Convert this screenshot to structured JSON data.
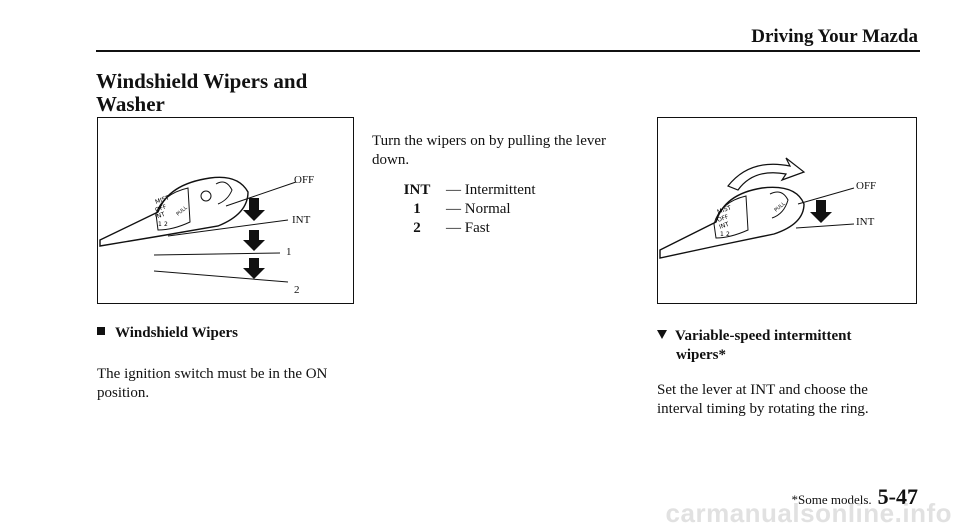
{
  "header": {
    "section_title": "Driving Your Mazda"
  },
  "page": {
    "title_line1": "Windshield Wipers and",
    "title_line2": "Washer"
  },
  "figure1": {
    "labels": [
      "OFF",
      "INT",
      "1",
      "2"
    ],
    "lever_markings": [
      "MIST",
      "OFF",
      "INT",
      "1",
      "2",
      "PULL"
    ]
  },
  "intro": {
    "text": "Turn the wipers on by pulling the lever down."
  },
  "speeds": [
    {
      "key": "INT",
      "value": "— Intermittent"
    },
    {
      "key": "1",
      "value": "— Normal"
    },
    {
      "key": "2",
      "value": "— Fast"
    }
  ],
  "figure2": {
    "labels": [
      "OFF",
      "INT"
    ],
    "lever_markings": [
      "MIST",
      "OFF",
      "INT",
      "1",
      "2",
      "PULL"
    ]
  },
  "section1": {
    "heading": "Windshield Wipers",
    "text": "The ignition switch must be in the ON position."
  },
  "section2": {
    "heading_line1": "Variable-speed intermittent",
    "heading_line2": "wipers*",
    "text": "Set the lever at INT and choose the interval timing by rotating the ring."
  },
  "footer": {
    "footnote": "*Some models.",
    "page_number": "5-47"
  },
  "watermark": {
    "text": "carmanualsonline.info"
  }
}
